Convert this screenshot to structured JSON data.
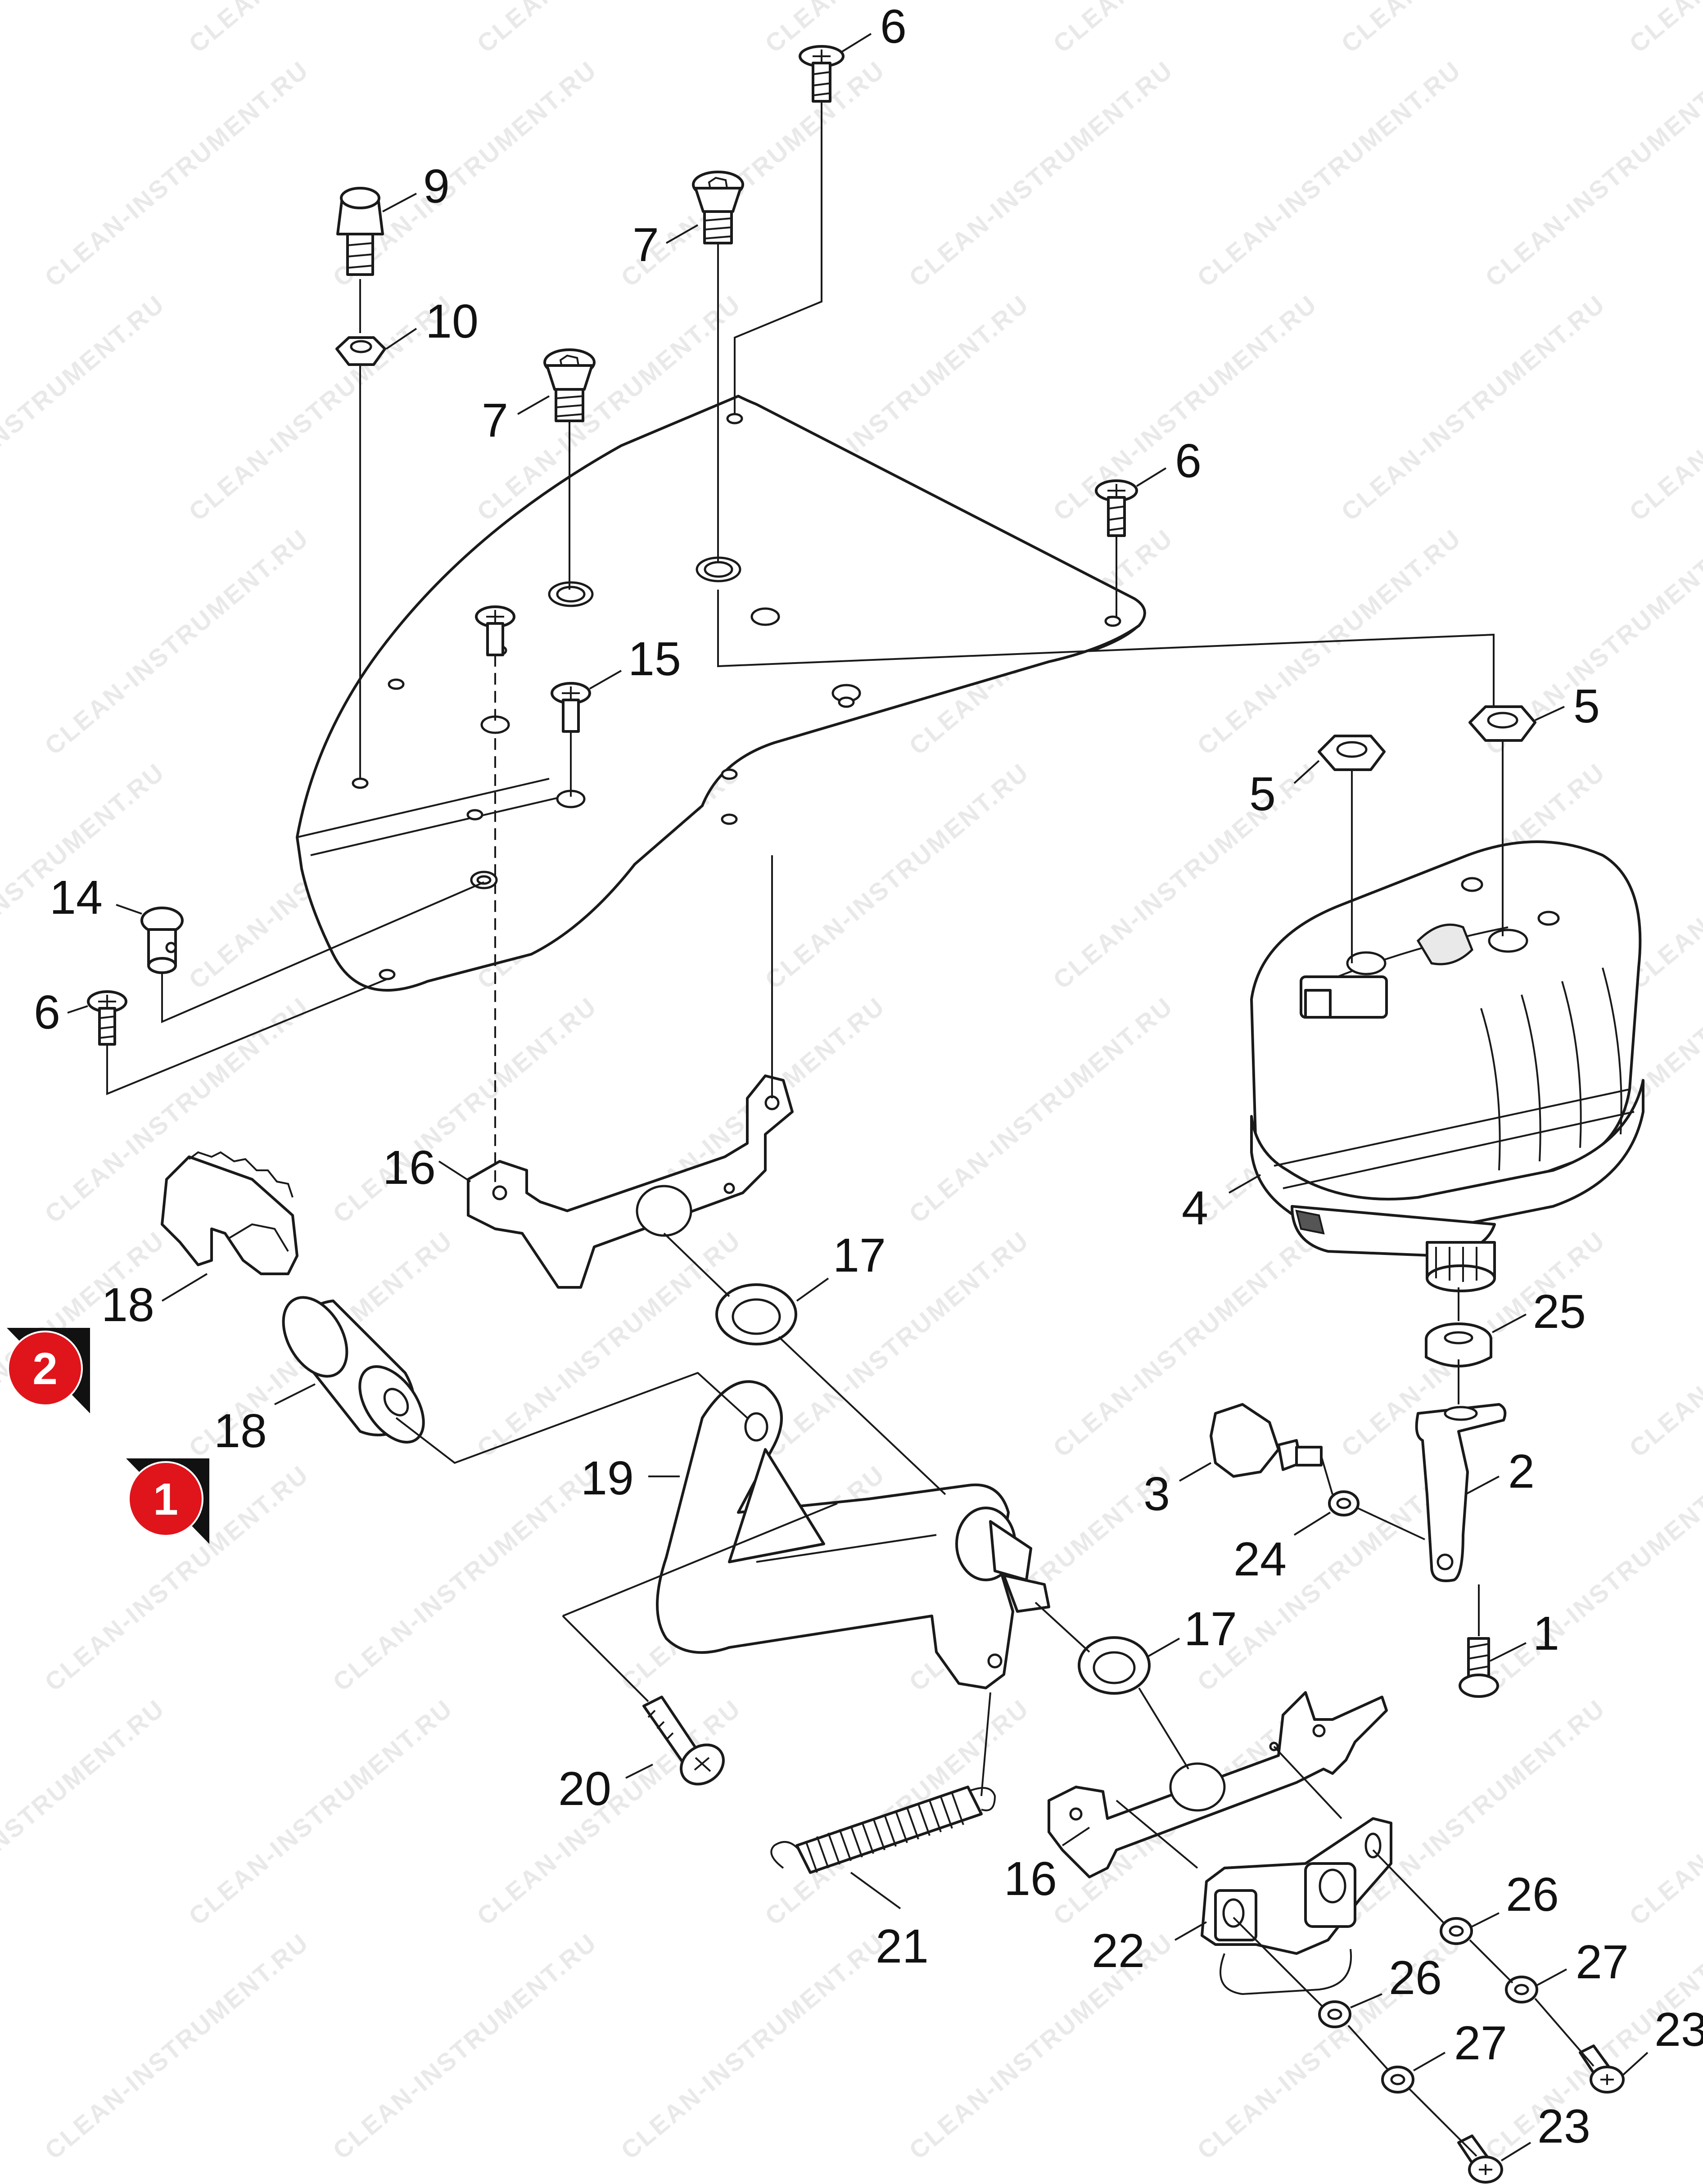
{
  "watermark_text": "CLEAN-INSTRUMENT.RU",
  "colors": {
    "badge": "#e0141b",
    "badge_shadow": "#111111",
    "line": "#1a1a1a"
  },
  "badges": [
    {
      "label": "2"
    },
    {
      "label": "1"
    }
  ],
  "callouts": [
    "6",
    "9",
    "7",
    "10",
    "7",
    "6",
    "15",
    "5",
    "5",
    "14",
    "6",
    "16",
    "4",
    "18",
    "17",
    "25",
    "18",
    "2",
    "3",
    "19",
    "24",
    "1",
    "17",
    "20",
    "16",
    "26",
    "21",
    "22",
    "27",
    "26",
    "27",
    "23",
    "23"
  ]
}
